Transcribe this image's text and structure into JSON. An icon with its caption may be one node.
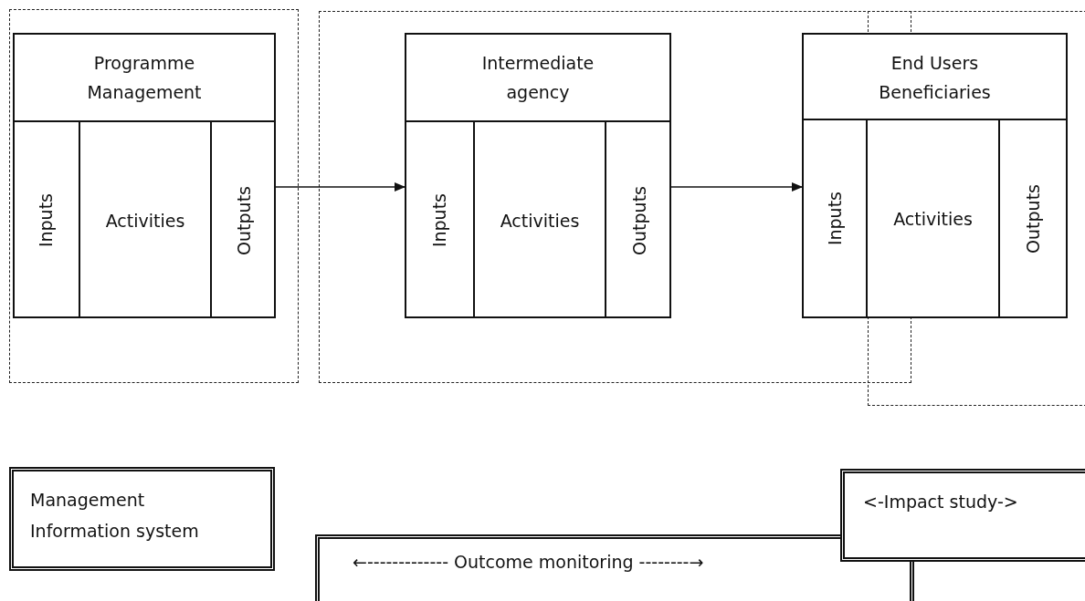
{
  "diagram": {
    "nodes": [
      {
        "text": [],
        "shape": "box"
      },
      {
        "text": [],
        "shape": "box"
      },
      {
        "text": [],
        "shape": "box"
      },
      {
        "text": [
          "Programme Management"
        ],
        "in": 0
      },
      {
        "text": [
          "Inputs"
        ],
        "in": 3
      },
      {
        "text": [
          "Activities"
        ],
        "in": 3
      },
      {
        "text": [
          "Outputs"
        ],
        "in": 3
      },
      {
        "text": [
          "Intermediate agency"
        ],
        "in": 1
      },
      {
        "text": [
          "Inputs"
        ],
        "in": 7
      },
      {
        "text": [
          "Activities"
        ],
        "in": 7
      },
      {
        "text": [
          "Outputs"
        ],
        "in": 7
      },
      {
        "text": [
          "End Users Beneficiaries"
        ]
      },
      {
        "text": [
          "Inputs"
        ],
        "in": 1
      },
      {
        "text": [
          "Activities"
        ],
        "in": 2
      },
      {
        "text": [
          "Outputs"
        ],
        "in": 2
      },
      {
        "text": [
          "Management Information system"
        ]
      },
      {
        "text": [
          "←------------- Outcome monitoring --------→"
        ]
      },
      {
        "text": [
          "<-Impact study->"
        ]
      }
    ],
    "edges": [
      {
        "from": 6,
        "to": 8,
        "arrow": "to"
      },
      {
        "from": 10,
        "to": 12,
        "arrow": "to"
      }
    ]
  }
}
